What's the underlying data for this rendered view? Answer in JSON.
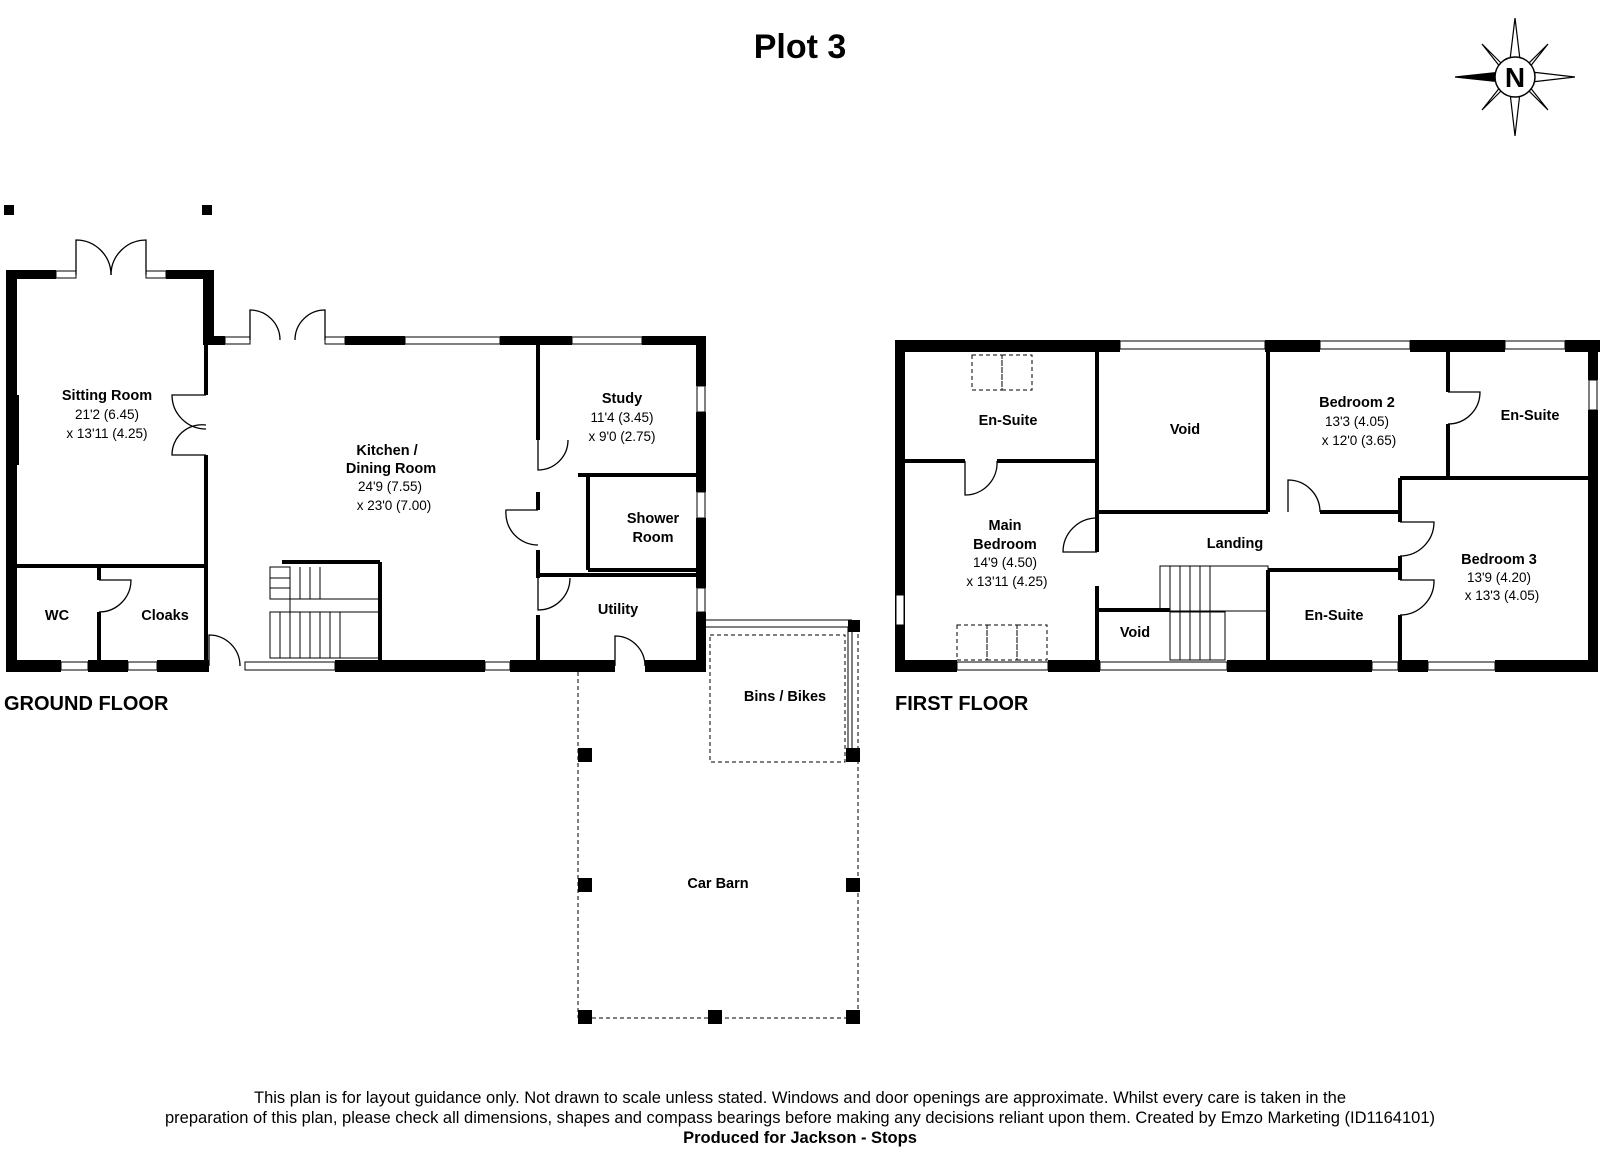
{
  "title": "Plot 3",
  "compass": {
    "label": "N"
  },
  "floors": {
    "ground": "GROUND FLOOR",
    "first": "FIRST FLOOR"
  },
  "rooms": {
    "sitting": {
      "name": "Sitting Room",
      "dim1": "21'2 (6.45)",
      "dim2": "x 13'11 (4.25)"
    },
    "kitchen": {
      "name1": "Kitchen /",
      "name2": "Dining Room",
      "dim1": "24'9 (7.55)",
      "dim2": "x 23'0 (7.00)"
    },
    "study": {
      "name": "Study",
      "dim1": "11'4 (3.45)",
      "dim2": "x 9'0 (2.75)"
    },
    "shower": {
      "name1": "Shower",
      "name2": "Room"
    },
    "wc": {
      "name": "WC"
    },
    "cloaks": {
      "name": "Cloaks"
    },
    "utility": {
      "name": "Utility"
    },
    "bins": {
      "name": "Bins / Bikes"
    },
    "carbarn": {
      "name": "Car Barn"
    },
    "ensuite_main": {
      "name": "En-Suite"
    },
    "void_top": {
      "name": "Void"
    },
    "bedroom2": {
      "name": "Bedroom 2",
      "dim1": "13'3 (4.05)",
      "dim2": "x 12'0 (3.65)"
    },
    "ensuite_b2": {
      "name": "En-Suite"
    },
    "main_bedroom": {
      "name1": "Main",
      "name2": "Bedroom",
      "dim1": "14'9 (4.50)",
      "dim2": "x 13'11 (4.25)"
    },
    "landing": {
      "name": "Landing"
    },
    "void_bottom": {
      "name": "Void"
    },
    "ensuite_b3": {
      "name": "En-Suite"
    },
    "bedroom3": {
      "name": "Bedroom 3",
      "dim1": "13'9 (4.20)",
      "dim2": "x 13'3 (4.05)"
    }
  },
  "footer": {
    "line1": "This plan is for layout guidance only. Not drawn to scale unless stated. Windows and door openings are approximate. Whilst every care is taken in the",
    "line2": "preparation of this plan, please check all dimensions, shapes and compass bearings before making any decisions reliant upon them. Created by Emzo Marketing (ID1164101)",
    "line3": "Produced for Jackson - Stops"
  }
}
